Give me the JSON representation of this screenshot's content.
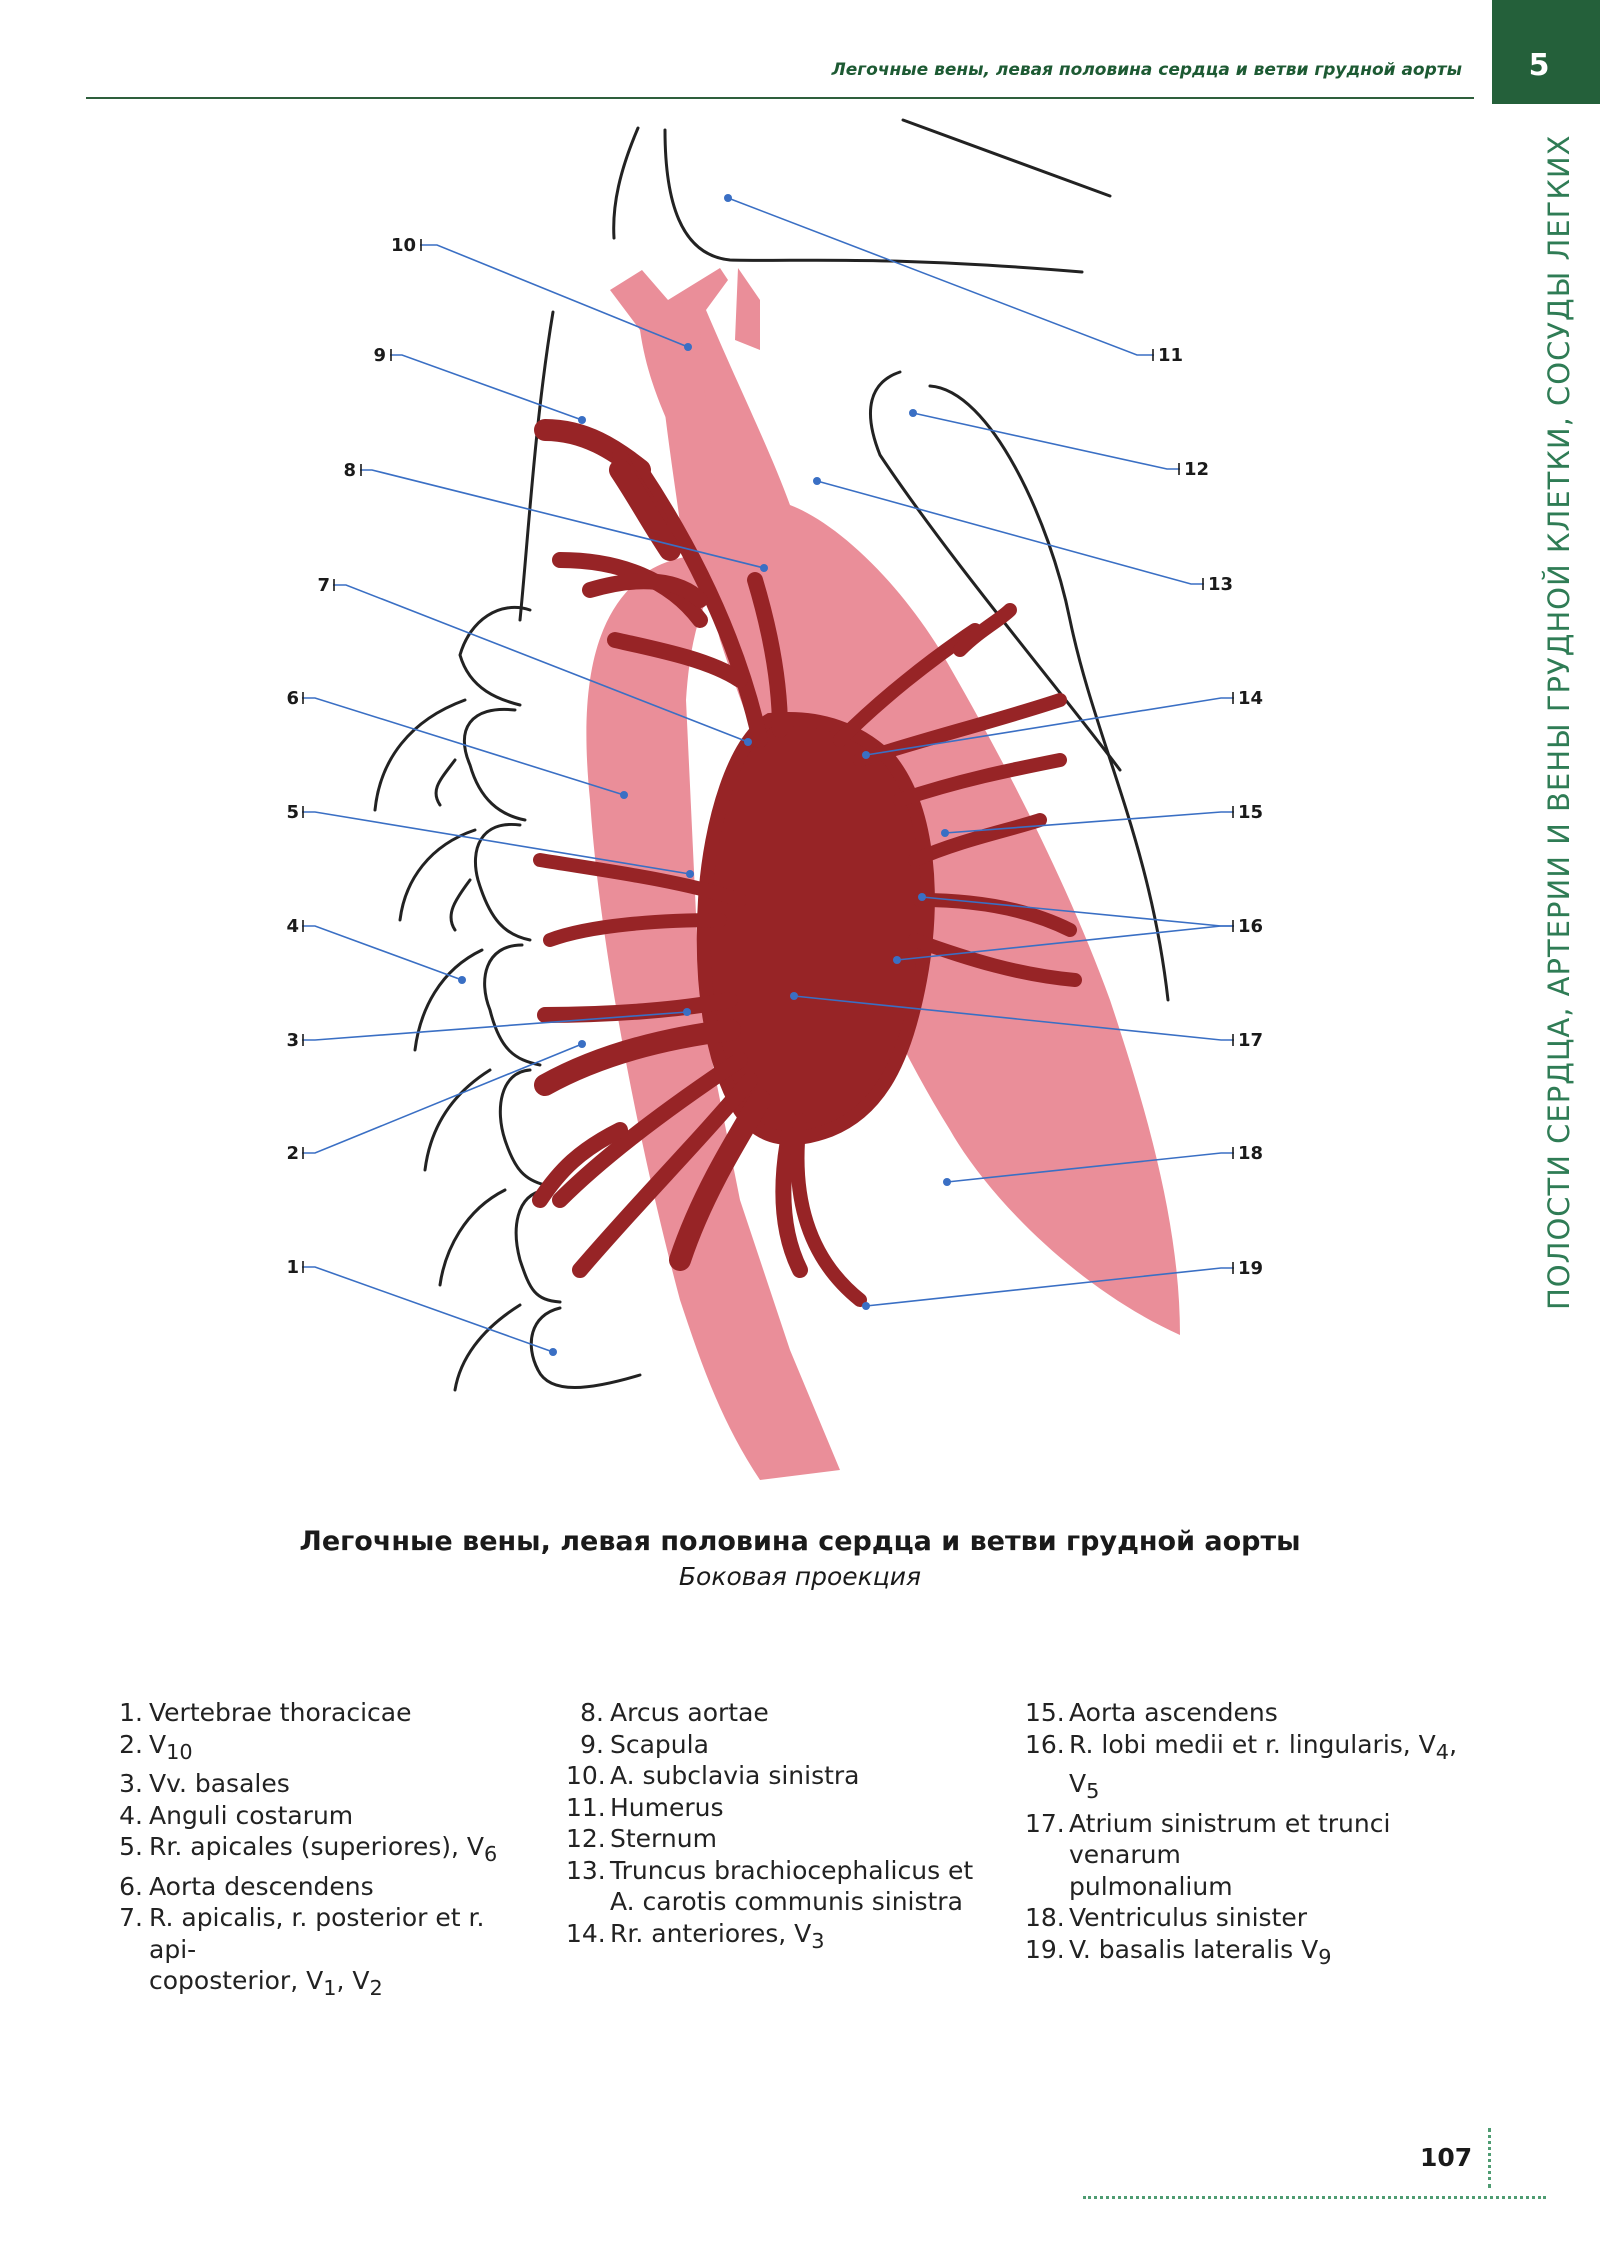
{
  "header": {
    "running_title": "Легочные вены, левая половина сердца и ветви грудной аорты",
    "chapter_number": "5"
  },
  "side_title": "ПОЛОСТИ СЕРДЦА, АРТЕРИИ И ВЕНЫ ГРУДНОЙ КЛЕТКИ, СОСУДЫ ЛЕГКИХ",
  "figure": {
    "colors": {
      "aorta": "#ea8e99",
      "veins": "#972426",
      "leader": "#3a6fc4",
      "outline": "#222222"
    },
    "left_labels": [
      "10",
      "9",
      "8",
      "7",
      "6",
      "5",
      "4",
      "3",
      "2",
      "1"
    ],
    "right_labels": [
      "11",
      "12",
      "13",
      "14",
      "15",
      "16",
      "17",
      "18",
      "19"
    ]
  },
  "caption": {
    "title": "Легочные вены, левая половина сердца и ветви грудной аорты",
    "subtitle": "Боковая проекция"
  },
  "legend": [
    [
      {
        "n": "1.",
        "html": "Vertebrae thoracicae"
      },
      {
        "n": "2.",
        "html": "V<sub>10</sub>"
      },
      {
        "n": "3.",
        "html": "Vv. basales"
      },
      {
        "n": "4.",
        "html": "Anguli costarum"
      },
      {
        "n": "5.",
        "html": "Rr. apicales (superiores), V<sub>6</sub>"
      },
      {
        "n": "6.",
        "html": "Aorta descendens"
      },
      {
        "n": "7.",
        "html": "R. apicalis, r. posterior et r. api-<br>coposterior, V<sub>1</sub>, V<sub>2</sub>"
      }
    ],
    [
      {
        "n": "8.",
        "html": "Arcus aortae"
      },
      {
        "n": "9.",
        "html": "Scapula"
      },
      {
        "n": "10.",
        "html": "A. subclavia sinistra"
      },
      {
        "n": "11.",
        "html": "Humerus"
      },
      {
        "n": "12.",
        "html": "Sternum"
      },
      {
        "n": "13.",
        "html": "Truncus brachiocephalicus et<br>A. carotis communis sinistra"
      },
      {
        "n": "14.",
        "html": "Rr. anteriores, V<sub>3</sub>"
      }
    ],
    [
      {
        "n": "15.",
        "html": "Aorta ascendens"
      },
      {
        "n": "16.",
        "html": "R. lobi medii et r. lingularis, V<sub>4</sub>, V<sub>5</sub>"
      },
      {
        "n": "17.",
        "html": "Atrium sinistrum et trunci venarum<br>pulmonalium"
      },
      {
        "n": "18.",
        "html": "Ventriculus sinister"
      },
      {
        "n": "19.",
        "html": "V. basalis lateralis V<sub>9</sub>"
      }
    ]
  ],
  "page_number": "107"
}
